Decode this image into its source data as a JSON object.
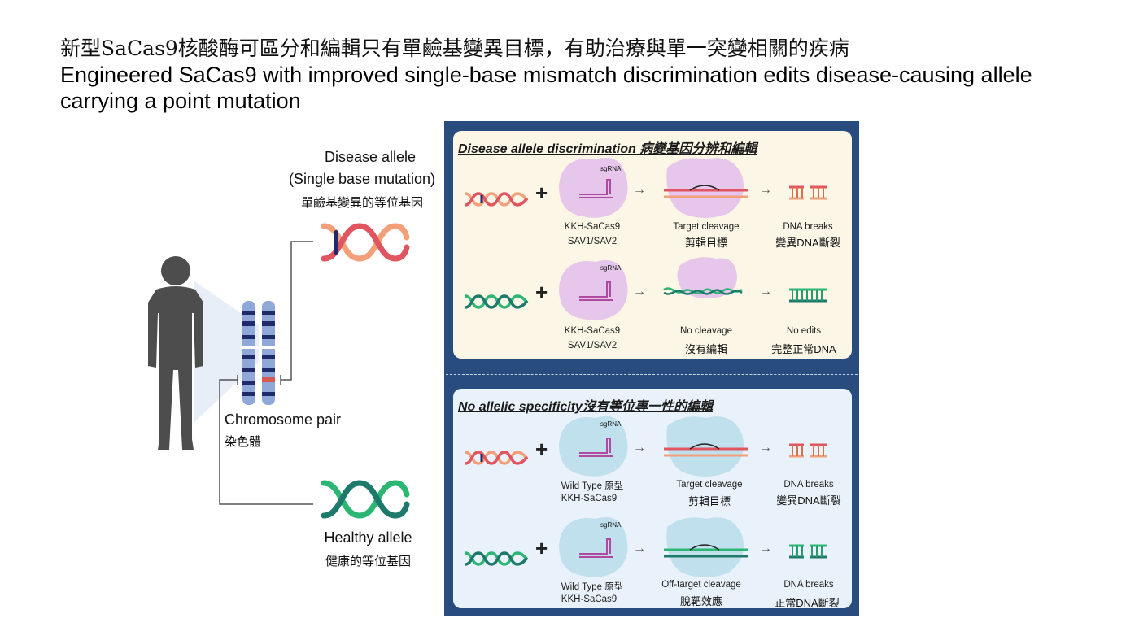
{
  "title": {
    "zh": "新型SaCas9核酸酶可區分和編輯只有單鹼基變異目標，有助治療與單一突變相關的疾病",
    "en": "Engineered SaCas9 with improved single-base mismatch discrimination edits disease-causing allele carrying a point mutation"
  },
  "left": {
    "disease_allele": {
      "line1": "Disease allele",
      "line2": "(Single base mutation)",
      "zh": "單鹼基變異的等位基因"
    },
    "chromosome_pair": {
      "en": "Chromosome pair",
      "zh": "染色體"
    },
    "healthy_allele": {
      "en": "Healthy allele",
      "zh": "健康的等位基因"
    }
  },
  "panel_a": {
    "heading": "Disease allele discrimination 病變基因分辨和編輯",
    "rows": [
      {
        "sgrna": "sgRNA",
        "enzyme1": "KKH-SaCas9",
        "enzyme2": "SAV1/SAV2",
        "step_en": "Target cleavage",
        "step_zh": "剪輯目標",
        "result_en": "DNA breaks",
        "result_zh": "變異DNA斷裂"
      },
      {
        "sgrna": "sgRNA",
        "enzyme1": "KKH-SaCas9",
        "enzyme2": "SAV1/SAV2",
        "step_en": "No cleavage",
        "step_zh": "沒有編輯",
        "result_en": "No edits",
        "result_zh": "完整正常DNA"
      }
    ]
  },
  "panel_b": {
    "heading": "No allelic specificity沒有等位專一性的編輯",
    "rows": [
      {
        "sgrna": "sgRNA",
        "enzyme1": "Wild Type 原型",
        "enzyme2": "KKH-SaCas9",
        "step_en": "Target cleavage",
        "step_zh": "剪輯目標",
        "result_en": "DNA breaks",
        "result_zh": "變異DNA斷裂"
      },
      {
        "sgrna": "sgRNA",
        "enzyme1": "Wild Type 原型",
        "enzyme2": "KKH-SaCas9",
        "step_en": "Off-target cleavage",
        "step_zh": "脫靶效應",
        "result_en": "DNA breaks",
        "result_zh": "正常DNA斷裂"
      }
    ]
  },
  "symbols": {
    "plus": "+",
    "arrow": "→"
  },
  "colors": {
    "panel_border": "#284c7d",
    "disease_dna": "#e8675a",
    "healthy_dna": "#2aa15a",
    "cas_pink": "#e6c6ea",
    "cas_blue": "#bfe0ec"
  }
}
